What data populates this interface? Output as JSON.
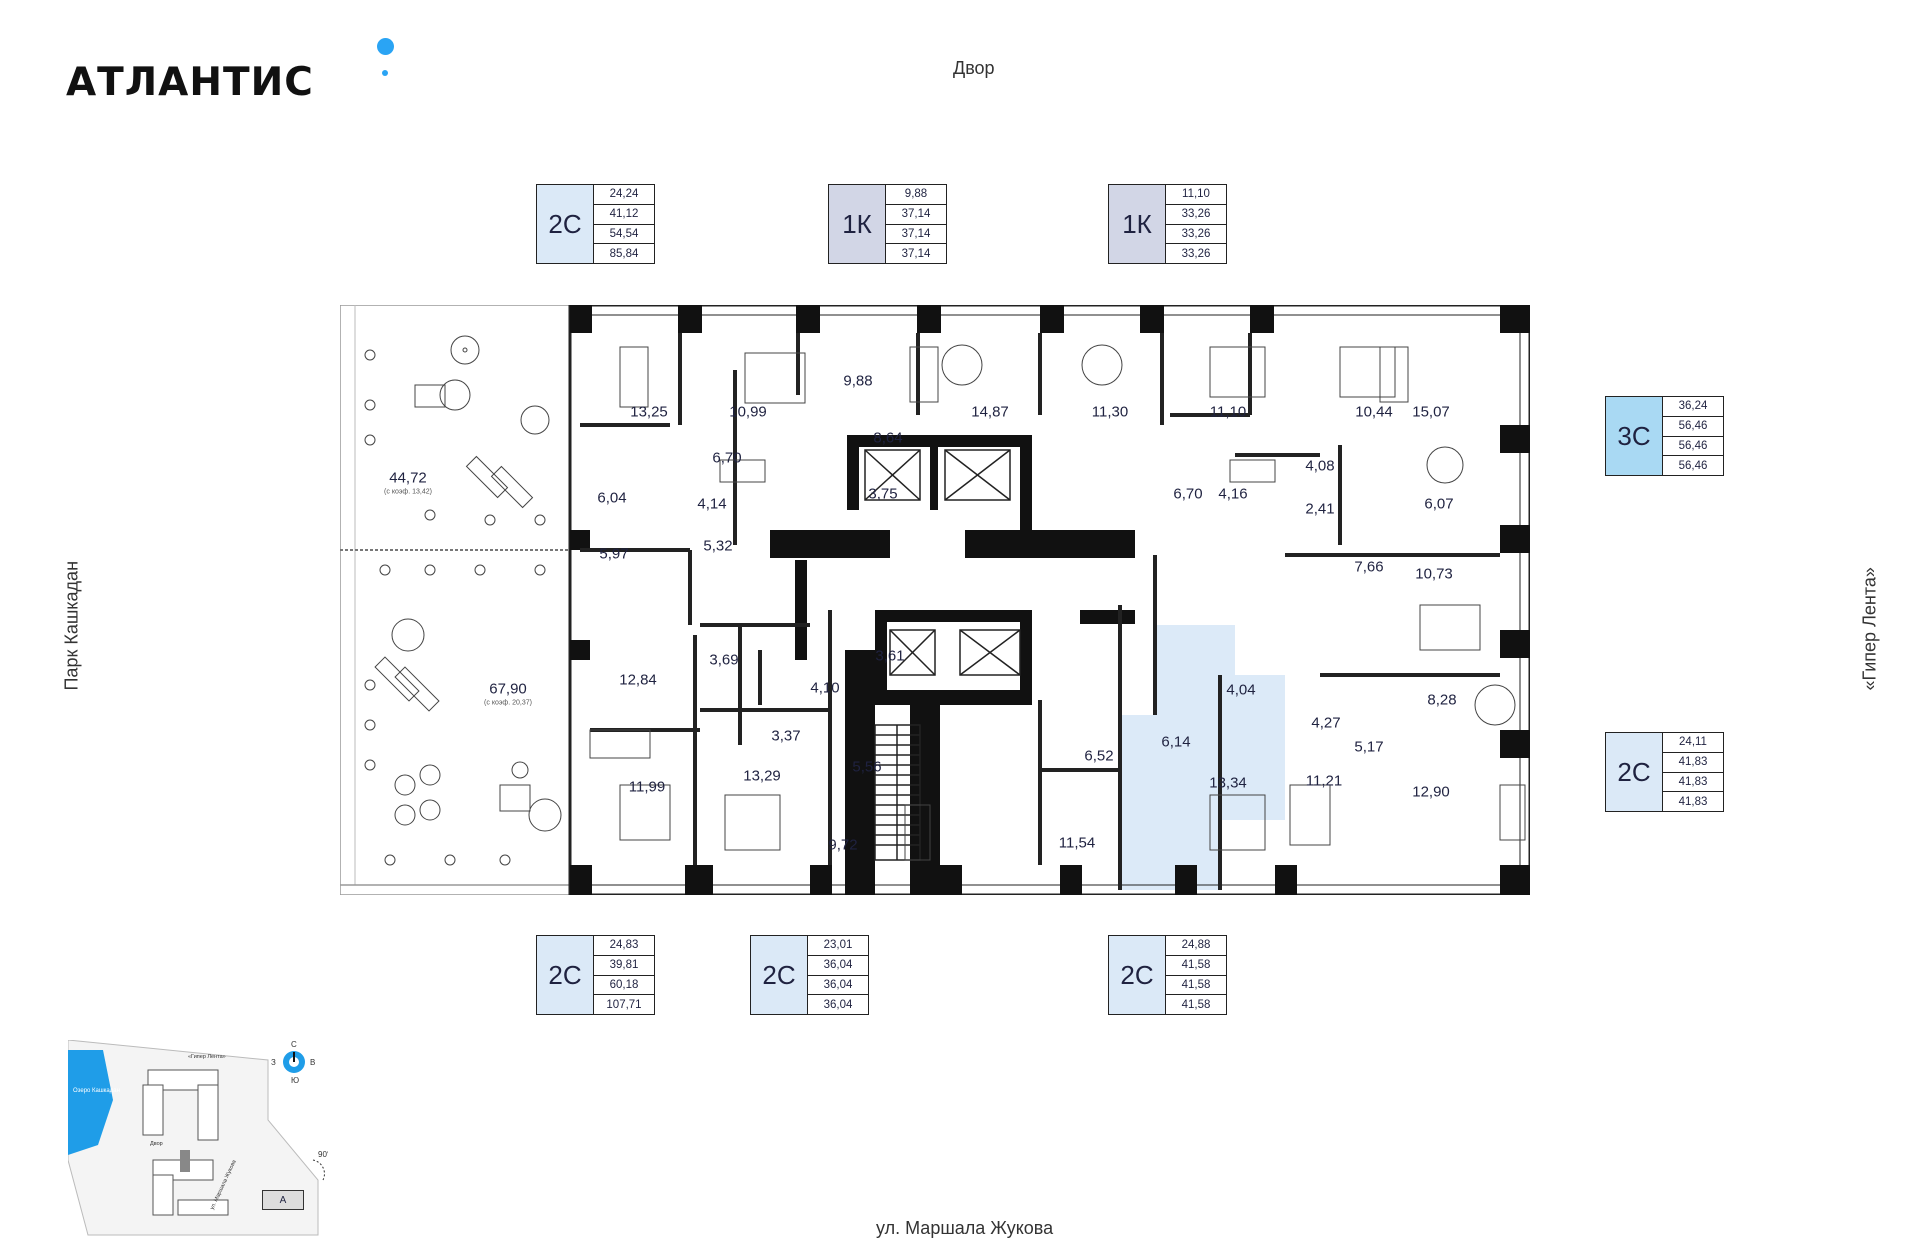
{
  "brand": {
    "logo": "АТЛАНТИС"
  },
  "streets": {
    "top": "Двор",
    "bottom": "ул. Маршала Жукова",
    "left": "Парк Кашкадан",
    "right": "«Гипер Лента»"
  },
  "colors": {
    "accent": "#2aa4f4",
    "type_1k": "#d2d6e6",
    "type_2c": "#dbe9f7",
    "type_3c": "#a9d9f3",
    "highlight": "#dceaf8"
  },
  "units": [
    {
      "id": "u1",
      "type": "2С",
      "values": [
        "24,24",
        "41,12",
        "54,54",
        "85,84"
      ]
    },
    {
      "id": "u2",
      "type": "1К",
      "values": [
        "9,88",
        "37,14",
        "37,14",
        "37,14"
      ]
    },
    {
      "id": "u3",
      "type": "1К",
      "values": [
        "11,10",
        "33,26",
        "33,26",
        "33,26"
      ]
    },
    {
      "id": "u4",
      "type": "3С",
      "values": [
        "36,24",
        "56,46",
        "56,46",
        "56,46"
      ]
    },
    {
      "id": "u5",
      "type": "2С",
      "values": [
        "24,11",
        "41,83",
        "41,83",
        "41,83"
      ]
    },
    {
      "id": "u6",
      "type": "2С",
      "values": [
        "24,83",
        "39,81",
        "60,18",
        "107,71"
      ]
    },
    {
      "id": "u7",
      "type": "2С",
      "values": [
        "23,01",
        "36,04",
        "36,04",
        "36,04"
      ]
    },
    {
      "id": "u8",
      "type": "2С",
      "values": [
        "24,88",
        "41,58",
        "41,58",
        "41,58"
      ]
    }
  ],
  "terraces": [
    {
      "area": "44,72",
      "note": "(с коэф. 13,42)"
    },
    {
      "area": "67,90",
      "note": "(с коэф. 20,37)"
    }
  ],
  "rooms": [
    "13,25",
    "10,99",
    "9,88",
    "14,87",
    "11,30",
    "11,10",
    "10,44",
    "15,07",
    "6,70",
    "8,64",
    "6,70",
    "4,16",
    "4,08",
    "6,07",
    "6,04",
    "4,14",
    "3,75",
    "2,41",
    "5,97",
    "5,32",
    "7,66",
    "10,73",
    "3,69",
    "3,61",
    "4,10",
    "4,04",
    "4,27",
    "8,28",
    "12,84",
    "3,37",
    "5,56",
    "6,52",
    "6,14",
    "5,17",
    "11,99",
    "13,29",
    "13,34",
    "11,21",
    "12,90",
    "9,72",
    "11,54"
  ],
  "minimap": {
    "lake": "Озеро Кашкадан",
    "hyper": "«Гипер Лента»",
    "yard": "Двор",
    "street": "ул. Маршала Жукова",
    "compass": [
      "С",
      "В",
      "Ю",
      "З"
    ],
    "rotation": "90°",
    "section": "А"
  }
}
